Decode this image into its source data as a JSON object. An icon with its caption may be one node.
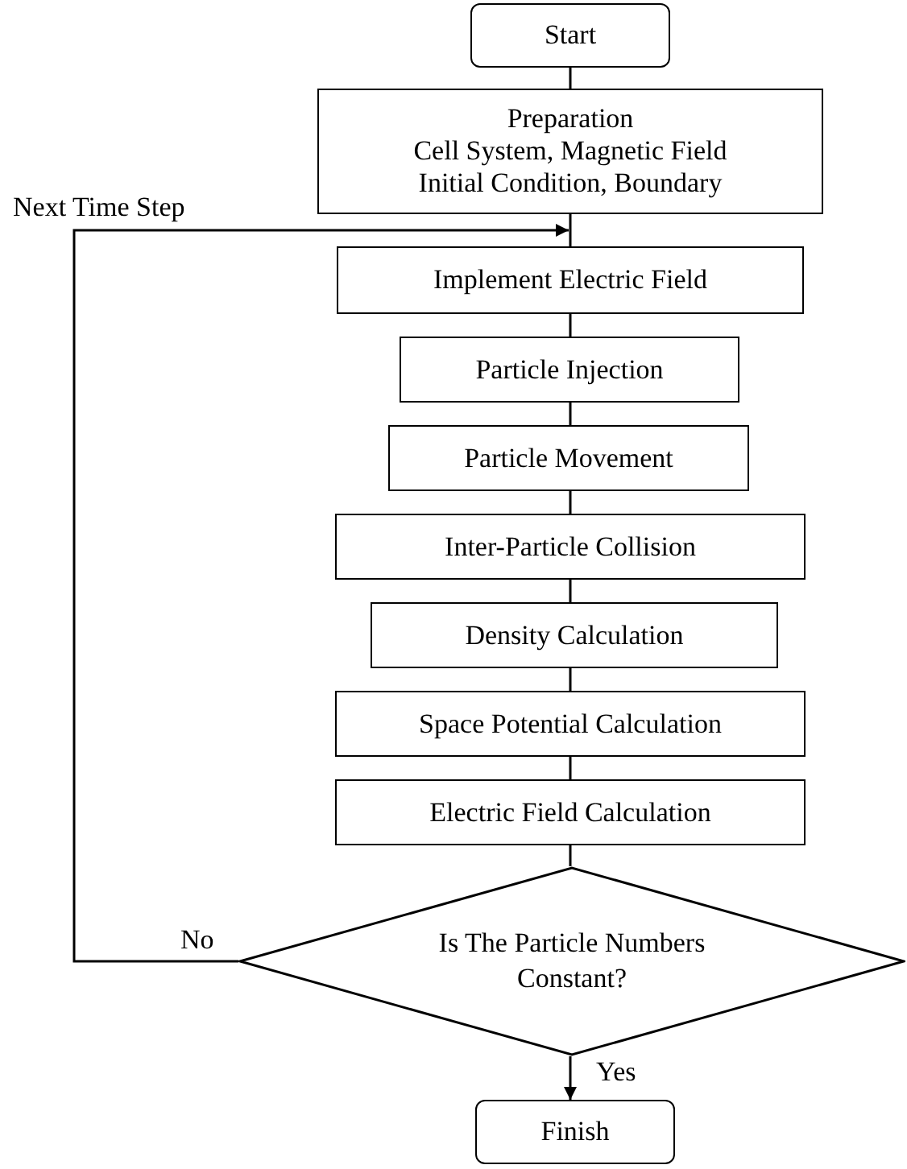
{
  "diagram": {
    "nodes": [
      {
        "text": [
          "Start"
        ]
      },
      {
        "text": [
          "Preparation",
          "Cell System, Magnetic Field",
          "Initial Condition, Boundary"
        ]
      },
      {
        "text": [
          "Implement Electric Field"
        ]
      },
      {
        "text": [
          "Particle Injection"
        ]
      },
      {
        "text": [
          "Particle Movement"
        ]
      },
      {
        "text": [
          "Inter-Particle Collision"
        ]
      },
      {
        "text": [
          "Density Calculation"
        ]
      },
      {
        "text": [
          "Space Potential Calculation"
        ]
      },
      {
        "text": [
          "Electric Field Calculation"
        ]
      },
      {
        "text": [
          "Is The Particle Numbers Constant?"
        ]
      },
      {
        "text": [
          "Finish"
        ]
      }
    ],
    "edges": [
      {
        "from": 0,
        "to": 1,
        "arrow": "none"
      },
      {
        "from": 1,
        "to": 2,
        "arrow": "none"
      },
      {
        "from": 2,
        "to": 3,
        "arrow": "none"
      },
      {
        "from": 3,
        "to": 4,
        "arrow": "none"
      },
      {
        "from": 4,
        "to": 5,
        "arrow": "none"
      },
      {
        "from": 5,
        "to": 6,
        "arrow": "none"
      },
      {
        "from": 6,
        "to": 7,
        "arrow": "none"
      },
      {
        "from": 7,
        "to": 8,
        "arrow": "none"
      },
      {
        "from": 8,
        "to": 9,
        "arrow": "none"
      },
      {
        "from": 9,
        "to": 10,
        "arrow": "to",
        "label": "Yes"
      },
      {
        "from": 9,
        "to": 2,
        "arrow": "to",
        "label": "No"
      }
    ],
    "labels": [
      "Next Time Step"
    ]
  }
}
